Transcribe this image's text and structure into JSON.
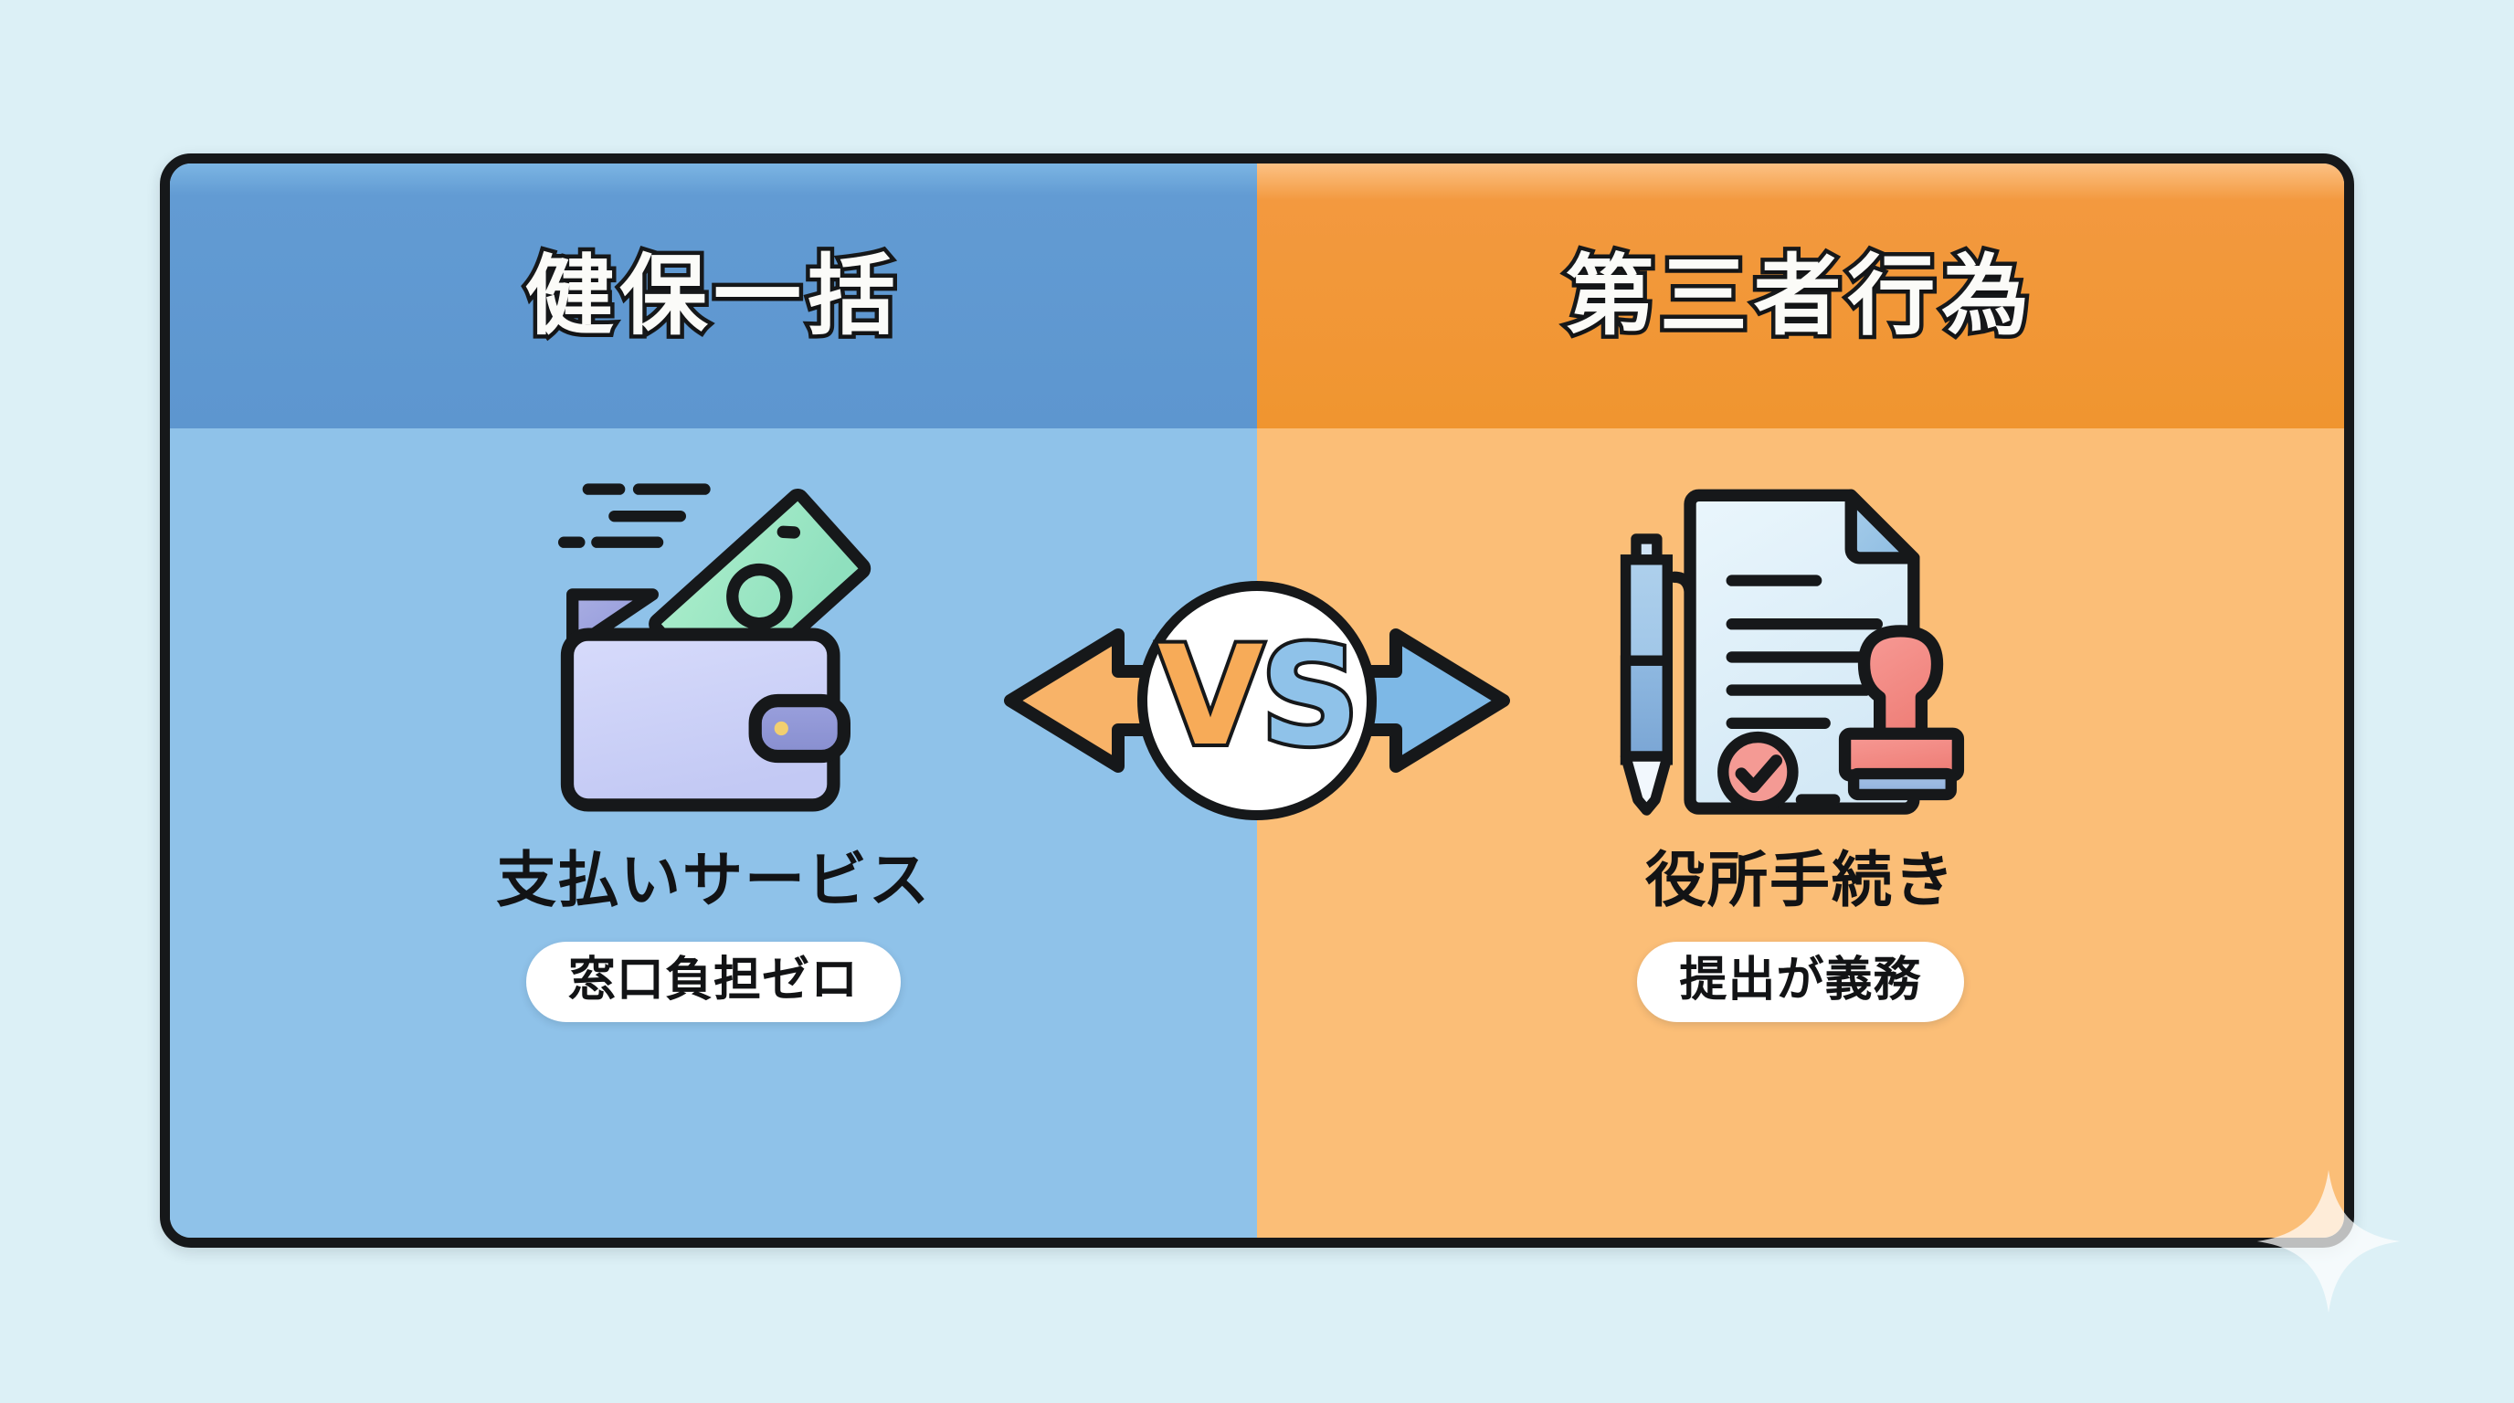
{
  "background": {
    "color": "#dcf0f6"
  },
  "card": {
    "border_color": "#16181a",
    "panels": [
      {
        "side": "left",
        "title": "健保一括",
        "header_color": "#5d96cf",
        "body_color": "#8fc2e9",
        "icon": "wallet-with-cash-icon",
        "caption": "支払いサービス",
        "badge": "窓口負担ゼロ"
      },
      {
        "side": "right",
        "title": "第三者行為",
        "header_color": "#f0952f",
        "body_color": "#fbbe77",
        "icon": "document-with-pen-and-stamp-icon",
        "caption": "役所手続き",
        "badge": "提出が義務"
      }
    ]
  },
  "vs": {
    "v_letter": "V",
    "s_letter": "S",
    "v_color": "#f7ab58",
    "s_color": "#8fc2e9",
    "left_arrow_color": "#f8b368",
    "right_arrow_color": "#7db8e6",
    "badge_fill": "#ffffff"
  },
  "decor": {
    "sparkle": "sparkle-icon",
    "sparkle_color": "#ffffff"
  }
}
